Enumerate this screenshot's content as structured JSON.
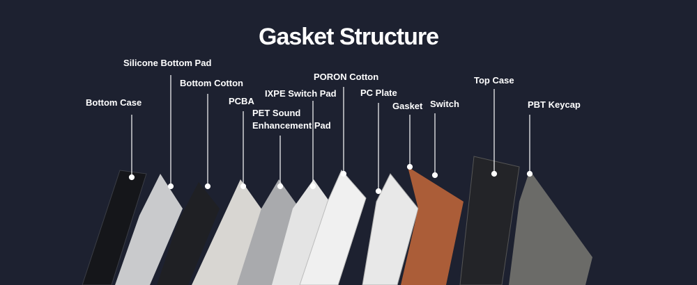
{
  "title": "Gasket Structure",
  "labels": {
    "bottom_case": "Bottom Case",
    "silicone_bottom_pad": "Silicone Bottom Pad",
    "bottom_cotton": "Bottom Cotton",
    "pcba": "PCBA",
    "pet_line1": "PET Sound",
    "pet_line2": "Enhancement Pad",
    "ixpe_switch_pad": "IXPE Switch Pad",
    "poron_cotton": "PORON Cotton",
    "pc_plate": "PC Plate",
    "gasket": "Gasket",
    "switch": "Switch",
    "top_case": "Top Case",
    "pbt_keycap": "PBT Keycap"
  },
  "colors": {
    "background": "#1d2130",
    "text": "#ffffff"
  }
}
